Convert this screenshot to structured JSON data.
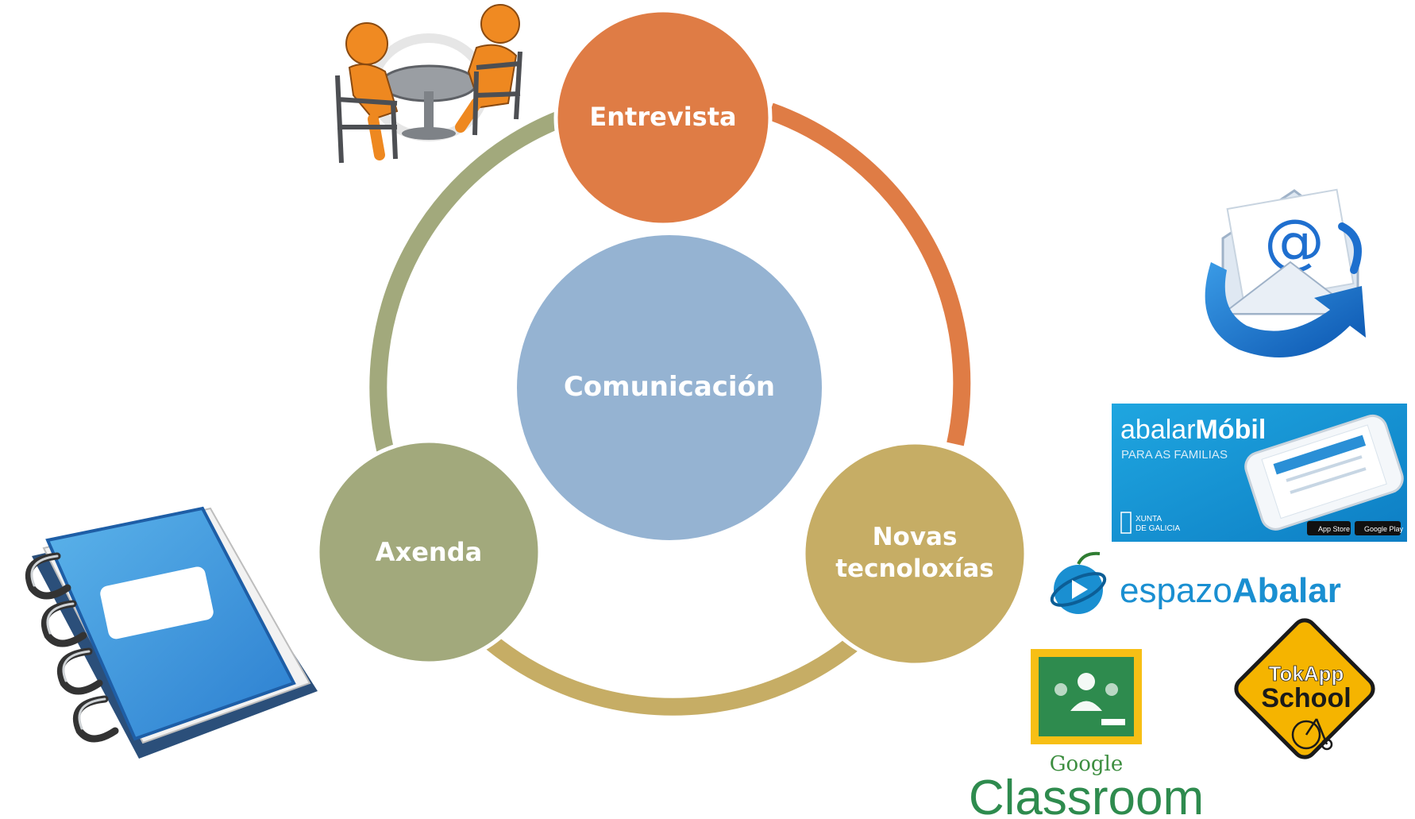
{
  "diagram": {
    "center": {
      "label": "Comunicación",
      "color": "#95b3d2"
    },
    "nodes": [
      {
        "id": "entrevista",
        "label": "Entrevista",
        "color": "#df7c45"
      },
      {
        "id": "novas",
        "label_line1": "Novas",
        "label_line2": "tecnoloxías",
        "color": "#c6ad65"
      },
      {
        "id": "axenda",
        "label": "Axenda",
        "color": "#a2a97c"
      }
    ],
    "arcs": [
      {
        "from": "entrevista",
        "to": "novas",
        "color": "#df7c45"
      },
      {
        "from": "novas",
        "to": "axenda",
        "color": "#c6ad65"
      },
      {
        "from": "axenda",
        "to": "entrevista",
        "color": "#a2a97c"
      }
    ]
  },
  "logos": {
    "abalar_mobil": {
      "brand_light": "abalar",
      "brand_bold": "Móbil",
      "subtitle": "PARA AS FAMILIAS",
      "xunta_line1": "XUNTA",
      "xunta_line2": "DE GALICIA",
      "app_store": "App Store",
      "google_play": "Google Play"
    },
    "espazo_abalar": {
      "light": "espazo",
      "bold": "Abalar"
    },
    "google_classroom": {
      "google": "Google",
      "classroom": "Classroom"
    },
    "tokapp_school": {
      "line1": "TokApp",
      "line2": "School"
    }
  },
  "icons": {
    "meeting": "meeting-icon",
    "email": "email-icon",
    "notebook": "notebook-icon"
  },
  "colors": {
    "orange": "#df7c45",
    "gold": "#c6ad65",
    "olive": "#a2a97c",
    "blue": "#95b3d2",
    "classroom_green": "#2e8b4e",
    "espazo_blue": "#1a8fd1"
  }
}
